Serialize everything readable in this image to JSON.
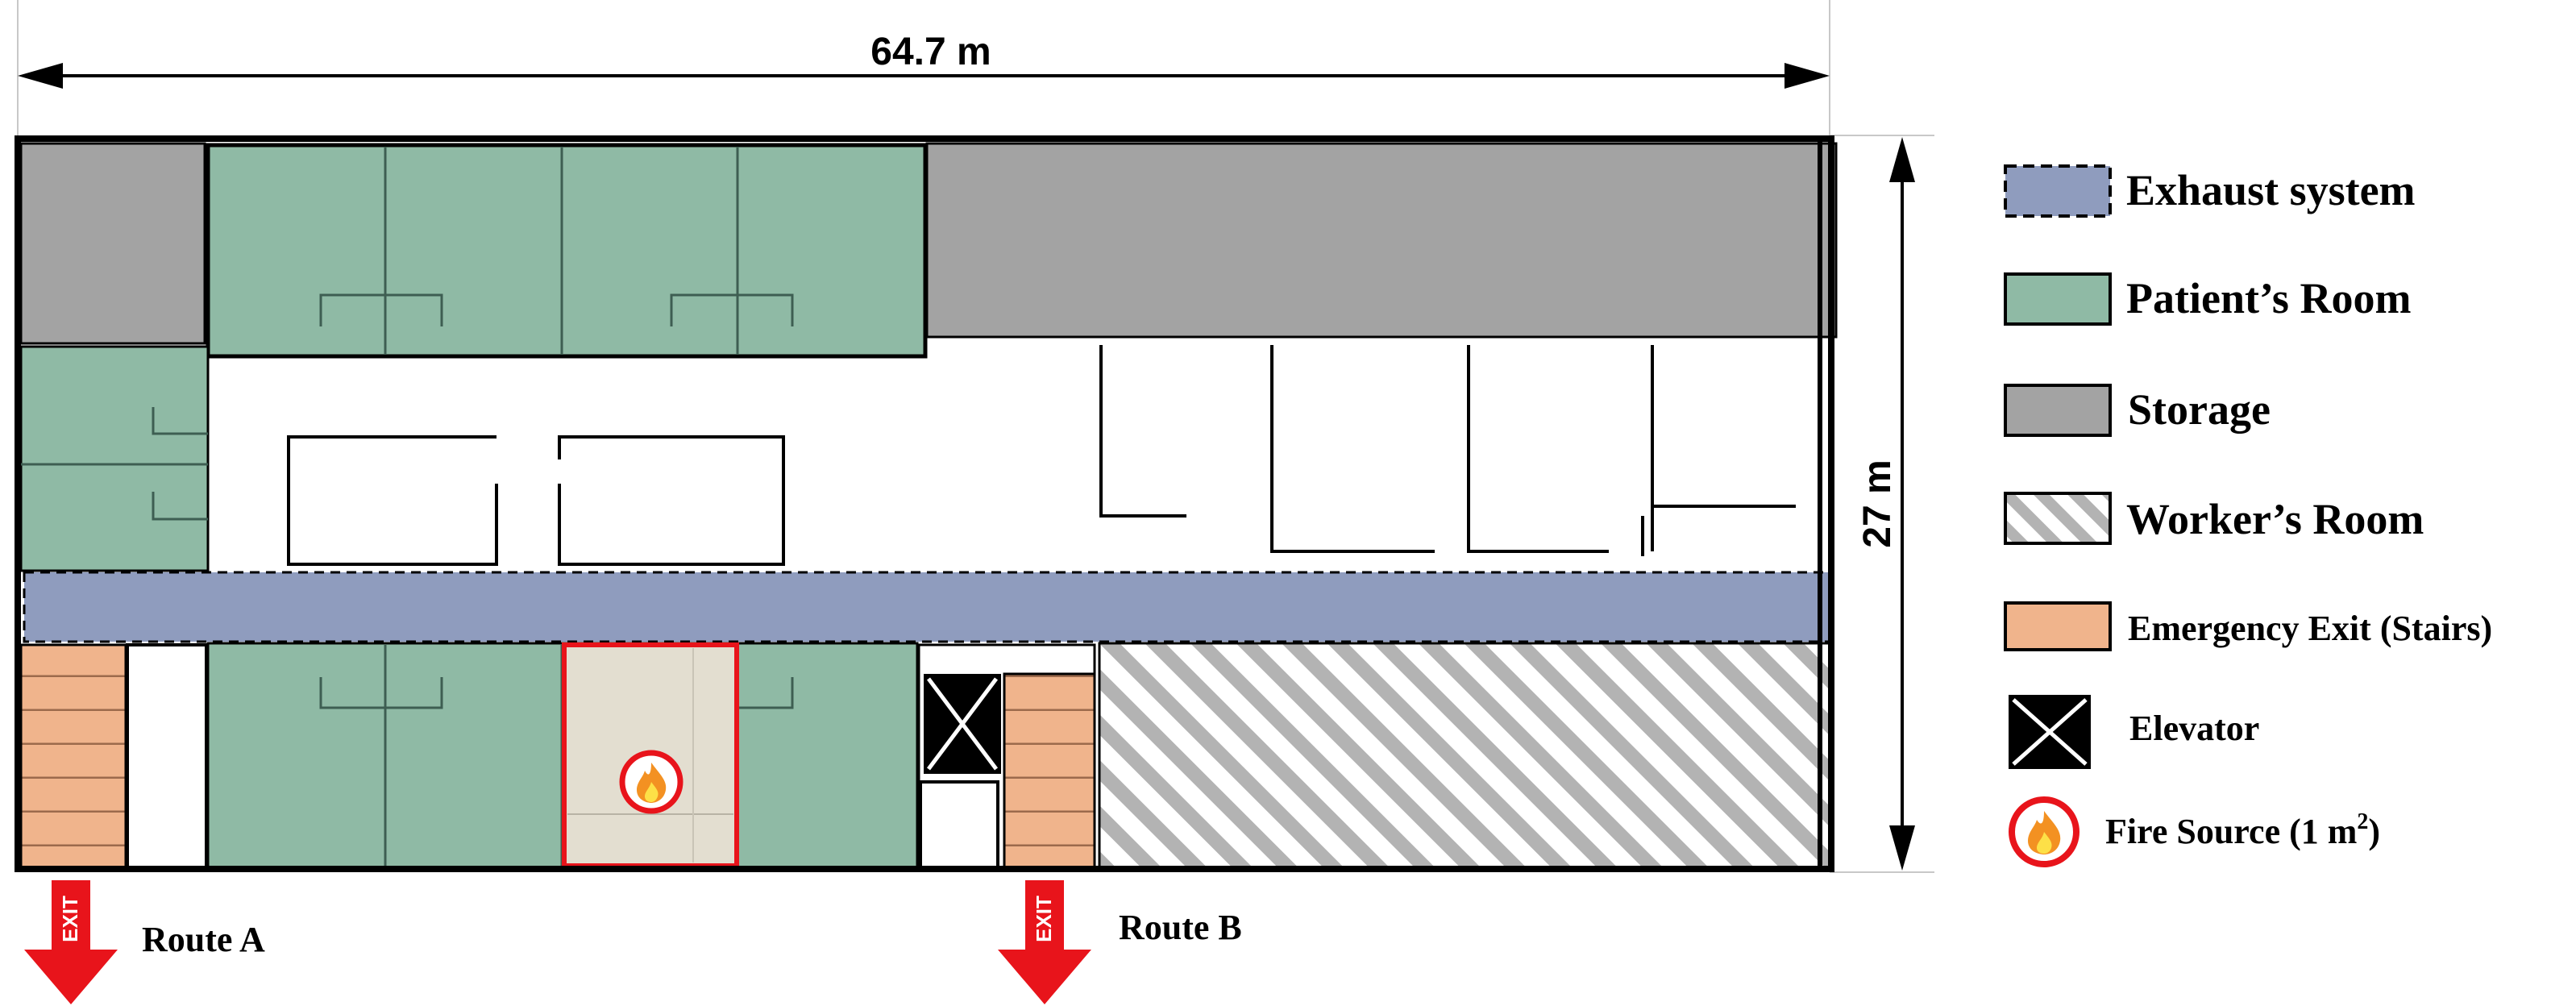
{
  "dimensions": {
    "width_label": "64.7 m",
    "height_label": "27 m"
  },
  "colors": {
    "exhaust": "#8f9cbe",
    "patient_room": "#8fbaa5",
    "storage": "#a3a3a3",
    "stairs": "#f0b48c",
    "fire_room": "#e3ded0",
    "exit_red": "#e8141b",
    "wall": "#000000"
  },
  "legend": {
    "exhaust": "Exhaust system",
    "patient_room": "Patient’s Room",
    "storage": "Storage",
    "workers_room": "Worker’s Room",
    "emergency_exit": "Emergency Exit (Stairs)",
    "elevator": "Elevator",
    "fire_source_prefix": "Fire Source (1 m",
    "fire_source_sup": "2",
    "fire_source_suffix": ")"
  },
  "routes": {
    "a_label": "Route A",
    "b_label": "Route B",
    "exit_sign": "EXIT"
  },
  "icons": {
    "fire": "flame-icon",
    "elevator": "elevator-cross-icon",
    "exit_arrow": "exit-arrow-icon"
  }
}
